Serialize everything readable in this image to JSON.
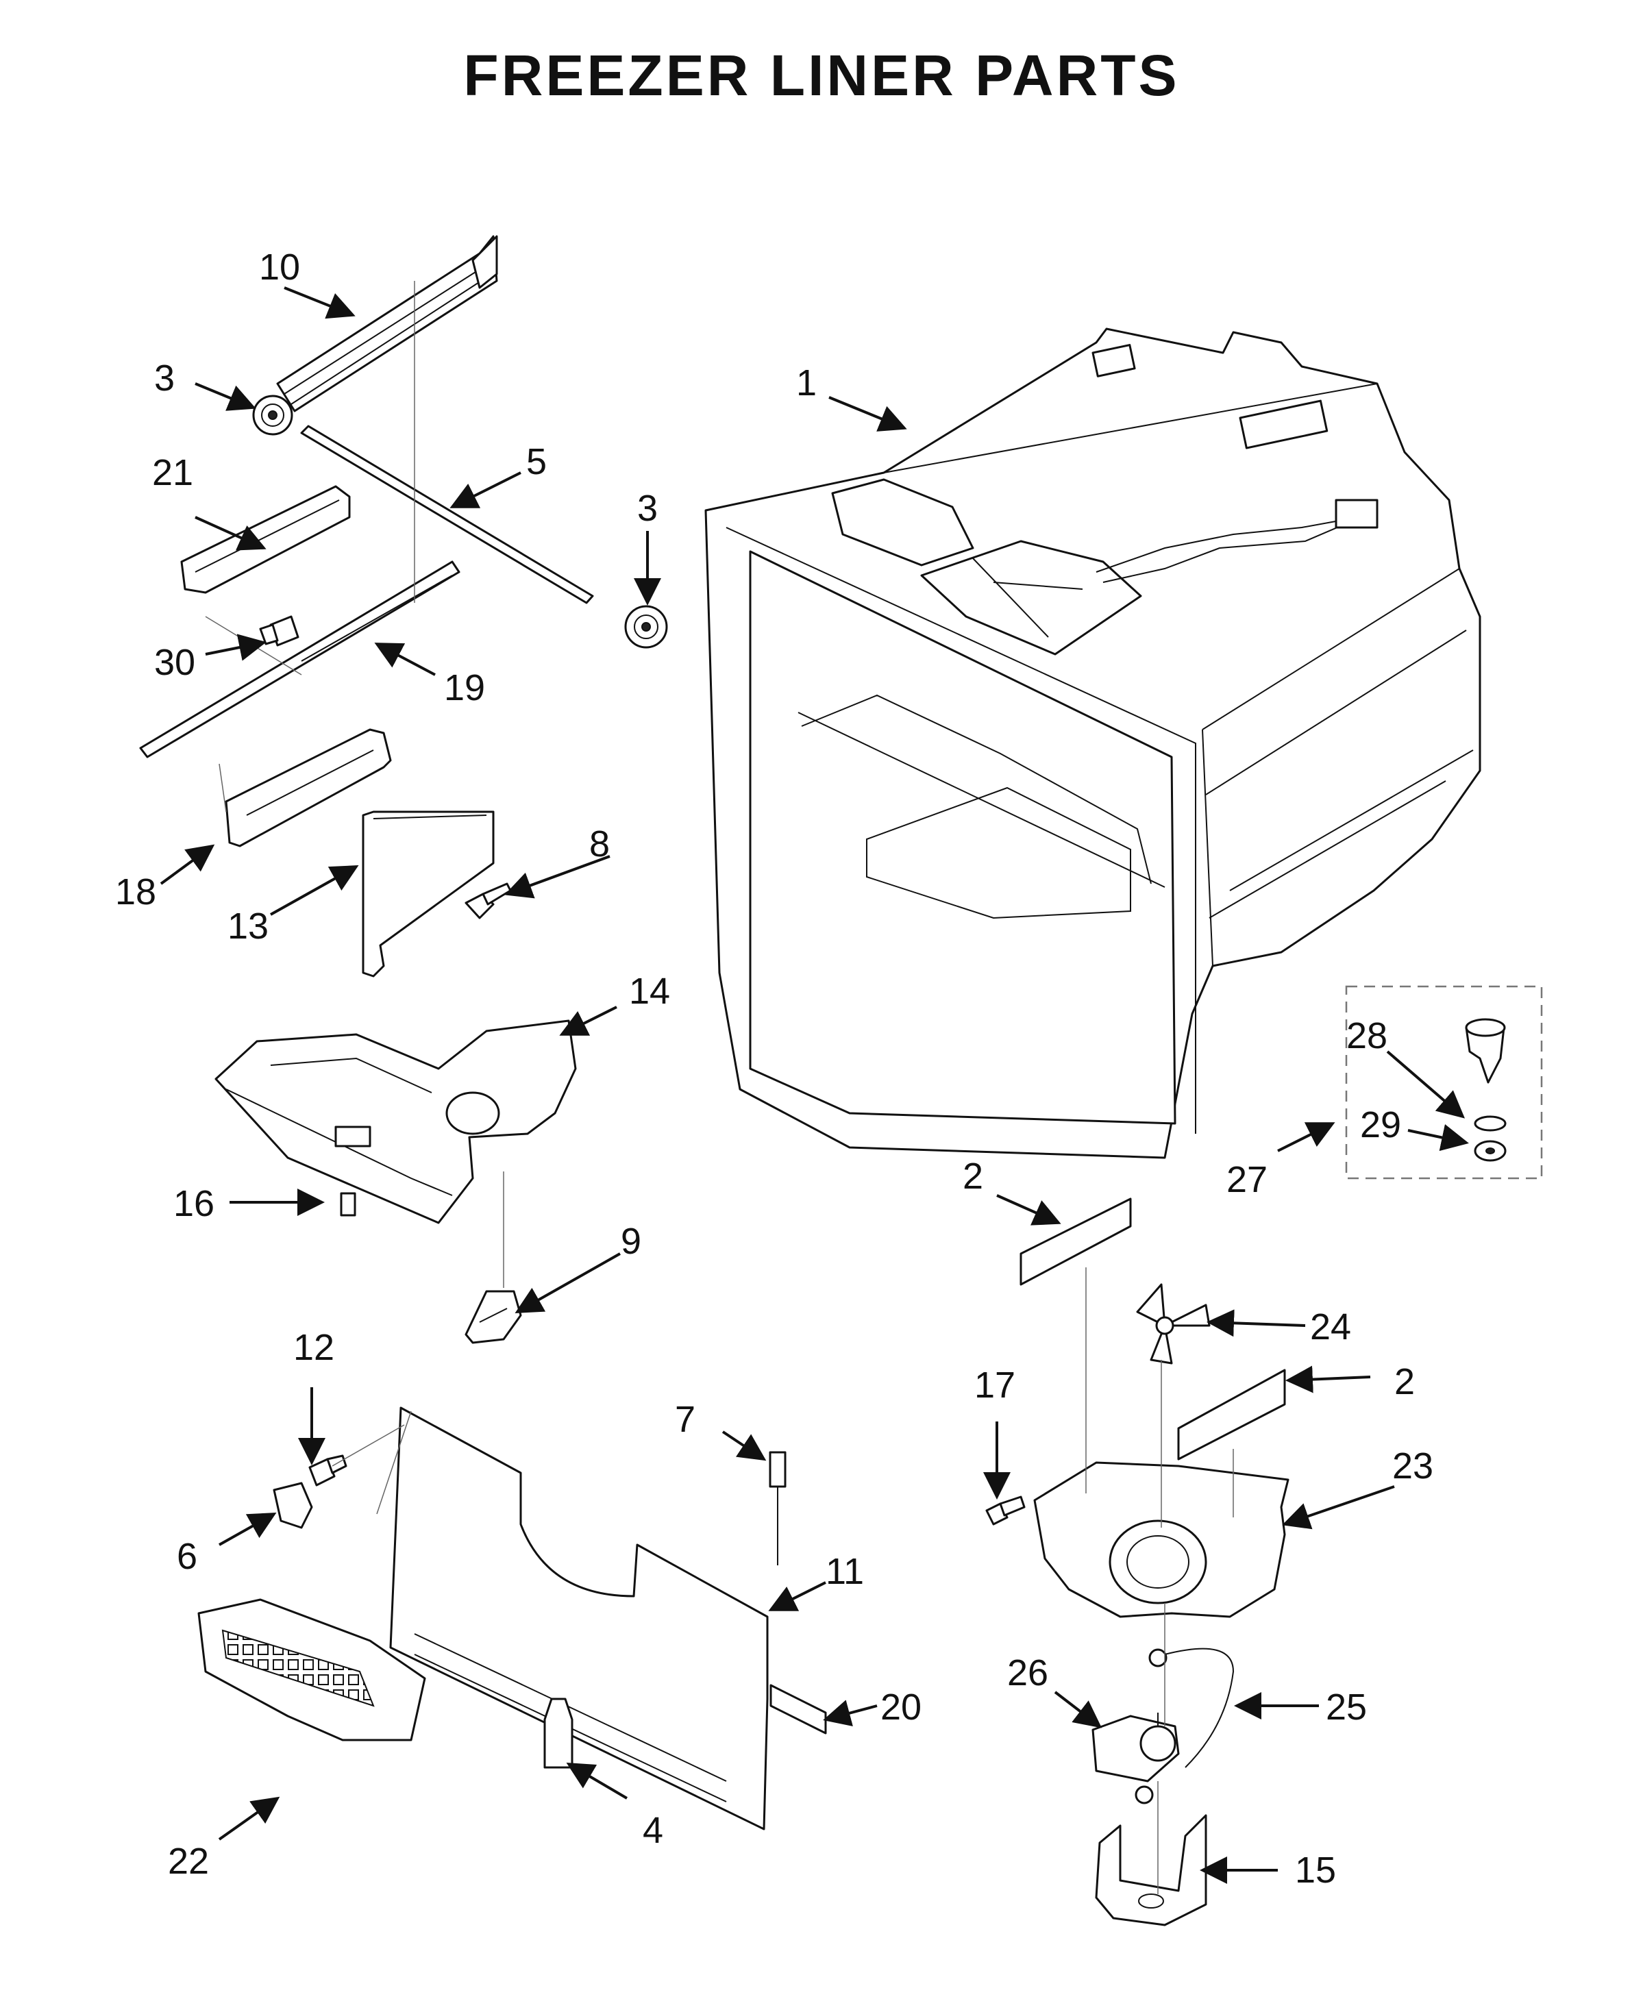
{
  "title": "FREEZER LINER PARTS",
  "callouts": {
    "c1": "1",
    "c2a": "2",
    "c2b": "2",
    "c3a": "3",
    "c3b": "3",
    "c4": "4",
    "c5": "5",
    "c6": "6",
    "c7": "7",
    "c8": "8",
    "c9": "9",
    "c10": "10",
    "c11": "11",
    "c12": "12",
    "c13": "13",
    "c14": "14",
    "c15": "15",
    "c16": "16",
    "c17": "17",
    "c18": "18",
    "c19": "19",
    "c20": "20",
    "c21": "21",
    "c22": "22",
    "c23": "23",
    "c24": "24",
    "c25": "25",
    "c26": "26",
    "c27": "27",
    "c28": "28",
    "c29": "29",
    "c30": "30"
  }
}
